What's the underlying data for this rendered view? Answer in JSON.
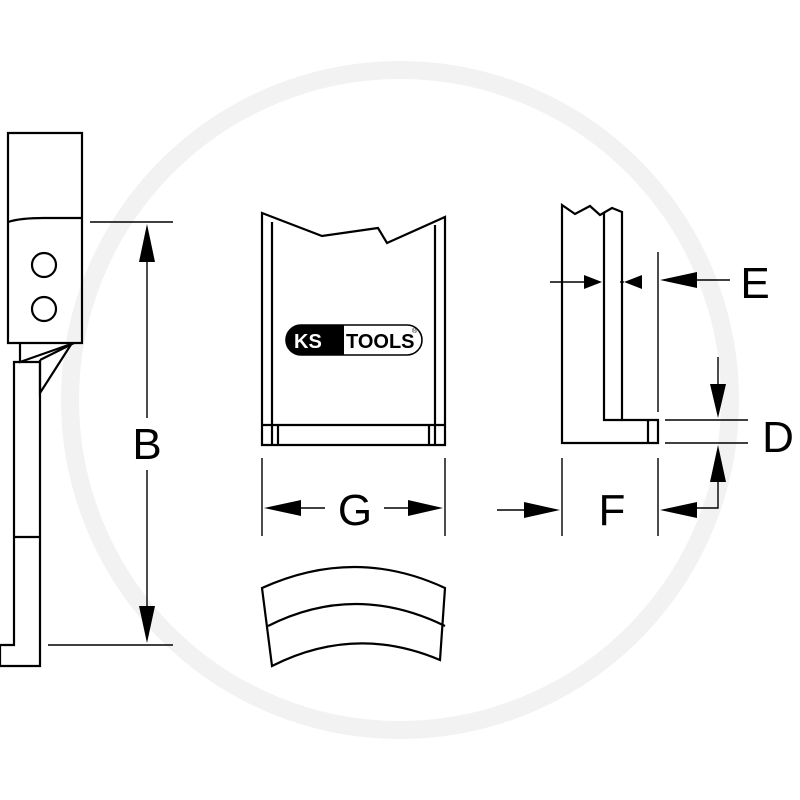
{
  "diagram": {
    "dimension_labels": {
      "B": "B",
      "G": "G",
      "F": "F",
      "E": "E",
      "D": "D"
    },
    "logo": {
      "ks": "KS",
      "tools": "TOOLS",
      "mark": "®"
    },
    "colors": {
      "line": "#000000",
      "background": "#ffffff",
      "watermark": "#f2f2f2"
    }
  }
}
